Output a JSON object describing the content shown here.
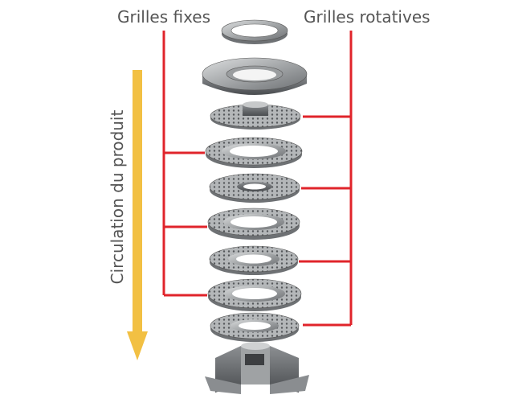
{
  "labels": {
    "fixed": "Grilles fixes",
    "rotating": "Grilles rotatives",
    "flow": "Circulation du produit"
  },
  "colors": {
    "connector": "#e0242b",
    "arrow": "#f2c043",
    "text": "#555555",
    "metal": "#a9abad"
  }
}
